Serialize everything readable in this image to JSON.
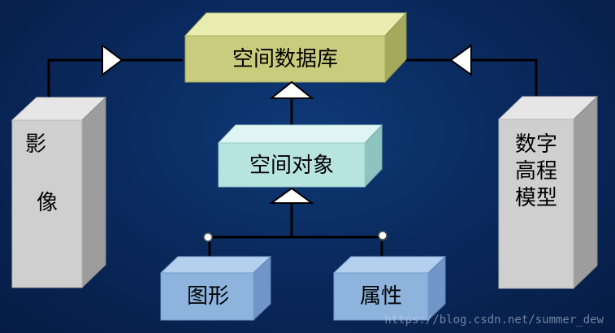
{
  "boxes": {
    "spatial_database": {
      "label": "空间数据库"
    },
    "spatial_object": {
      "label": "空间对象"
    },
    "image": {
      "line1": "影",
      "line2": "像"
    },
    "dem": {
      "line1": "数字",
      "line2": "高程",
      "line3": "模型"
    },
    "graphics": {
      "label": "图形"
    },
    "attributes": {
      "label": "属性"
    }
  },
  "colors": {
    "background": "#0a2a5e",
    "spatial_database": "#c8cc7c",
    "spatial_object": "#b8e4e0",
    "image_dem": "#cfcfcf",
    "graphics_attributes": "#8eb4de",
    "connector": "#000000",
    "arrowhead": "#ffffff"
  },
  "watermark": "https://blog.csdn.net/summer_dew"
}
